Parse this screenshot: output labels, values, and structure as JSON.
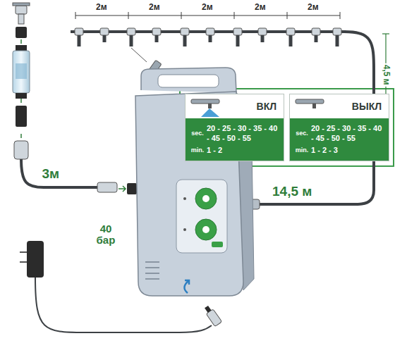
{
  "diagram": {
    "nodes": [
      {
        "text": [
          "ВКЛ",
          "sec.",
          "20 - 25 - 30 - 35 - 40 - 45 - 50 - 55",
          "min.",
          "1 - 2"
        ]
      },
      {
        "text": [
          "ВЫКЛ",
          "sec.",
          "20 - 25 - 30 - 35 - 40 - 45 - 50 - 55",
          "min.",
          "1 - 2 - 3"
        ]
      }
    ],
    "labels": [
      "2м",
      "2м",
      "2м",
      "2м",
      "2м",
      "4,5 м",
      "3м",
      "40 бар",
      "14,5 м"
    ]
  }
}
